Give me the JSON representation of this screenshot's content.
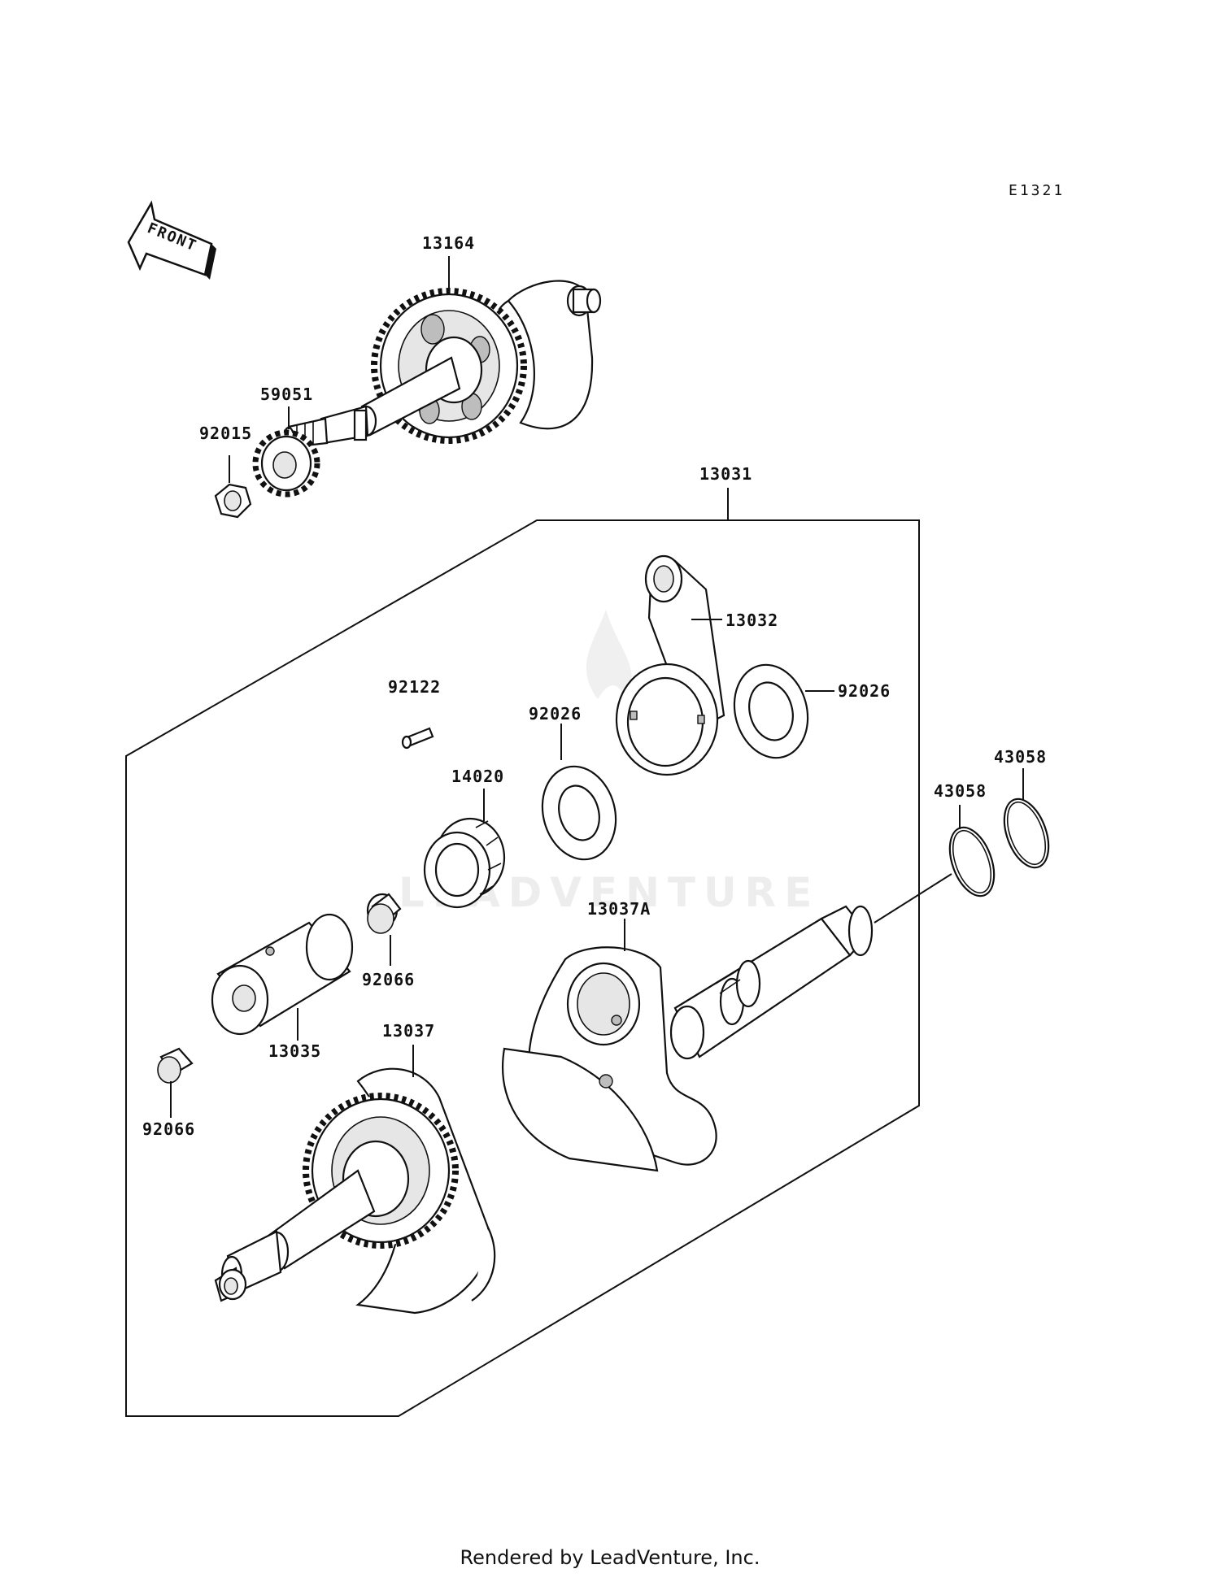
{
  "diagram_code": "E1321",
  "front_arrow_text": "FRONT",
  "watermark": "LEADVENTURE",
  "parts": {
    "p13164": "13164",
    "p59051": "59051",
    "p92015": "92015",
    "p13031": "13031",
    "p13032": "13032",
    "p92026_right": "92026",
    "p92122": "92122",
    "p92026_left": "92026",
    "p14020": "14020",
    "p43058_a": "43058",
    "p43058_b": "43058",
    "p13037A": "13037A",
    "p92066_mid": "92066",
    "p13035": "13035",
    "p13037": "13037",
    "p92066_left": "92066"
  },
  "footer": "Rendered by LeadVenture, Inc."
}
